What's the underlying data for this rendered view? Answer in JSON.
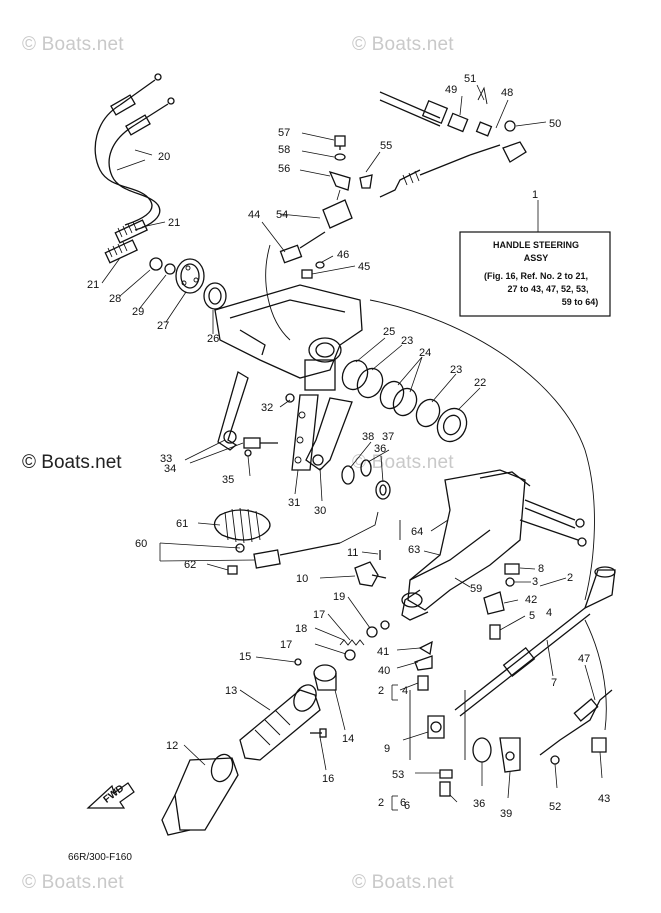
{
  "watermarks": {
    "top_left": "© Boats.net",
    "top_right": "© Boats.net",
    "middle_dark": "© Boats.net",
    "middle_faint": "© Boats.net",
    "bottom_left": "© Boats.net",
    "bottom_right": "© Boats.net"
  },
  "assembly_box": {
    "ref_number": "1",
    "title_line1": "HANDLE STEERING",
    "title_line2": "ASSY",
    "note_line1": "(Fig. 16, Ref. No. 2 to 21,",
    "note_line2": "27 to 43, 47, 52, 53,",
    "note_line3": "59 to 64)"
  },
  "fwd_label": "FWD",
  "diagram_code": "66R/300-F160",
  "group_labels": {
    "g60": "60",
    "g2a": "2",
    "g4": "4",
    "g2b": "2",
    "g6": "6"
  },
  "callouts": [
    "2",
    "3",
    "4",
    "5",
    "6",
    "7",
    "8",
    "9",
    "10",
    "11",
    "12",
    "13",
    "14",
    "15",
    "16",
    "17",
    "17",
    "18",
    "19",
    "20",
    "21",
    "21",
    "22",
    "23",
    "23",
    "24",
    "25",
    "26",
    "27",
    "28",
    "29",
    "30",
    "31",
    "32",
    "33",
    "34",
    "35",
    "36",
    "36",
    "37",
    "38",
    "39",
    "40",
    "41",
    "42",
    "43",
    "44",
    "45",
    "46",
    "47",
    "48",
    "49",
    "50",
    "51",
    "52",
    "53",
    "54",
    "55",
    "56",
    "57",
    "58",
    "59",
    "61",
    "62",
    "63",
    "64"
  ]
}
